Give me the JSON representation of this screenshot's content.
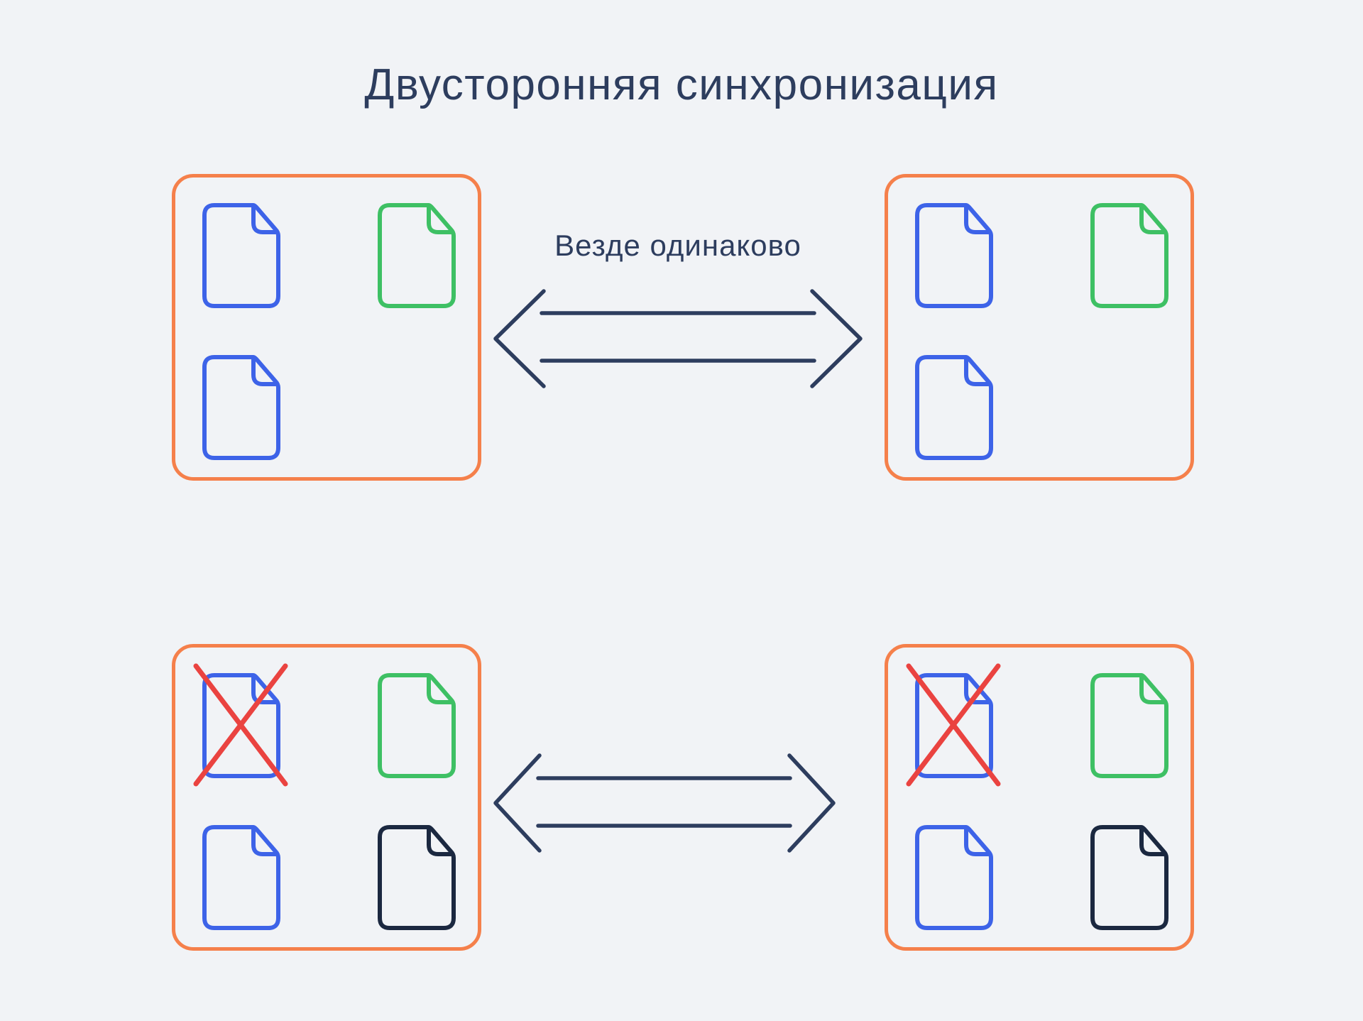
{
  "title": "Двусторонняя синхронизация",
  "colors": {
    "background": "#F1F3F6",
    "box_border_orange": "#F5804B",
    "file_blue": "#3D63E8",
    "file_green": "#3EC064",
    "file_navy": "#1B2840",
    "cross_red": "#EA4340",
    "text_navy": "#2D3D5E"
  },
  "top_row": {
    "label": "Везде одинаково",
    "left_box": {
      "files": [
        {
          "color": "blue",
          "crossed": false,
          "col": 0,
          "row": 0
        },
        {
          "color": "green",
          "crossed": false,
          "col": 1,
          "row": 0
        },
        {
          "color": "blue",
          "crossed": false,
          "col": 0,
          "row": 1
        }
      ]
    },
    "right_box": {
      "files": [
        {
          "color": "blue",
          "crossed": false,
          "col": 0,
          "row": 0
        },
        {
          "color": "green",
          "crossed": false,
          "col": 1,
          "row": 0
        },
        {
          "color": "blue",
          "crossed": false,
          "col": 0,
          "row": 1
        }
      ]
    }
  },
  "bottom_row": {
    "label": "",
    "left_box": {
      "files": [
        {
          "color": "blue",
          "crossed": true,
          "col": 0,
          "row": 0
        },
        {
          "color": "green",
          "crossed": false,
          "col": 1,
          "row": 0
        },
        {
          "color": "blue",
          "crossed": false,
          "col": 0,
          "row": 1
        },
        {
          "color": "navy",
          "crossed": false,
          "col": 1,
          "row": 1
        }
      ]
    },
    "right_box": {
      "files": [
        {
          "color": "blue",
          "crossed": true,
          "col": 0,
          "row": 0
        },
        {
          "color": "green",
          "crossed": false,
          "col": 1,
          "row": 0
        },
        {
          "color": "blue",
          "crossed": false,
          "col": 0,
          "row": 1
        },
        {
          "color": "navy",
          "crossed": false,
          "col": 1,
          "row": 1
        }
      ]
    }
  }
}
